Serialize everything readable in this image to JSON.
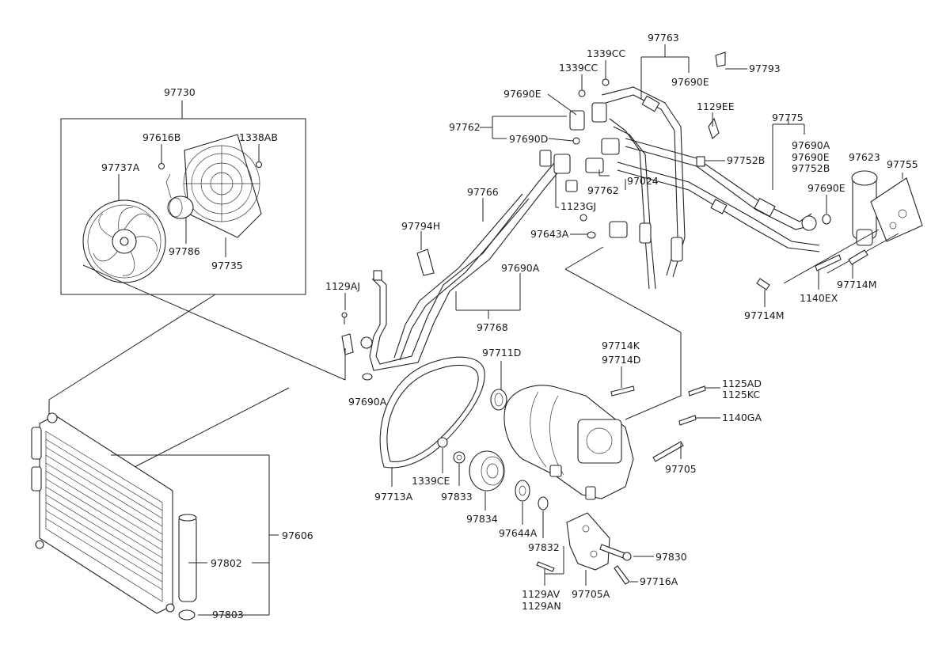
{
  "labels": {
    "l97730": "97730",
    "l97616B": "97616B",
    "l1338AB": "1338AB",
    "l97737A": "97737A",
    "l97786": "97786",
    "l97735": "97735",
    "l97763": "97763",
    "l1339CC_a": "1339CC",
    "l97793": "97793",
    "l1339CC_b": "1339CC",
    "l97690E_a": "97690E",
    "l97690E_b": "97690E",
    "l1129EE": "1129EE",
    "l97762_a": "97762",
    "l97690D": "97690D",
    "l97775": "97775",
    "l97690A_a": "97690A",
    "l97690E_c": "97690E",
    "l97752B_a": "97752B",
    "l97752B_b": "97752B",
    "l97623": "97623",
    "l97755": "97755",
    "l97762_b": "97762",
    "l97024": "97024",
    "l97766": "97766",
    "l97690E_d": "97690E",
    "l1123GJ": "1123GJ",
    "l97794H": "97794H",
    "l97643A": "97643A",
    "l97690A_b": "97690A",
    "l1129AJ": "1129AJ",
    "l97768": "97768",
    "l97714M_a": "97714M",
    "l1140EX": "1140EX",
    "l97714M_b": "97714M",
    "l97711D": "97711D",
    "l97714K": "97714K",
    "l97714D": "97714D",
    "l97690A_c": "97690A",
    "l1125AD": "1125AD",
    "l1125KC": "1125KC",
    "l1140GA": "1140GA",
    "l97705": "97705",
    "l1339CE": "1339CE",
    "l97833": "97833",
    "l97713A": "97713A",
    "l97834": "97834",
    "l97644A": "97644A",
    "l97832": "97832",
    "l97830": "97830",
    "l97606": "97606",
    "l97802": "97802",
    "l97716A": "97716A",
    "l1129AV": "1129AV",
    "l97705A": "97705A",
    "l1129AN": "1129AN",
    "l97803": "97803"
  }
}
